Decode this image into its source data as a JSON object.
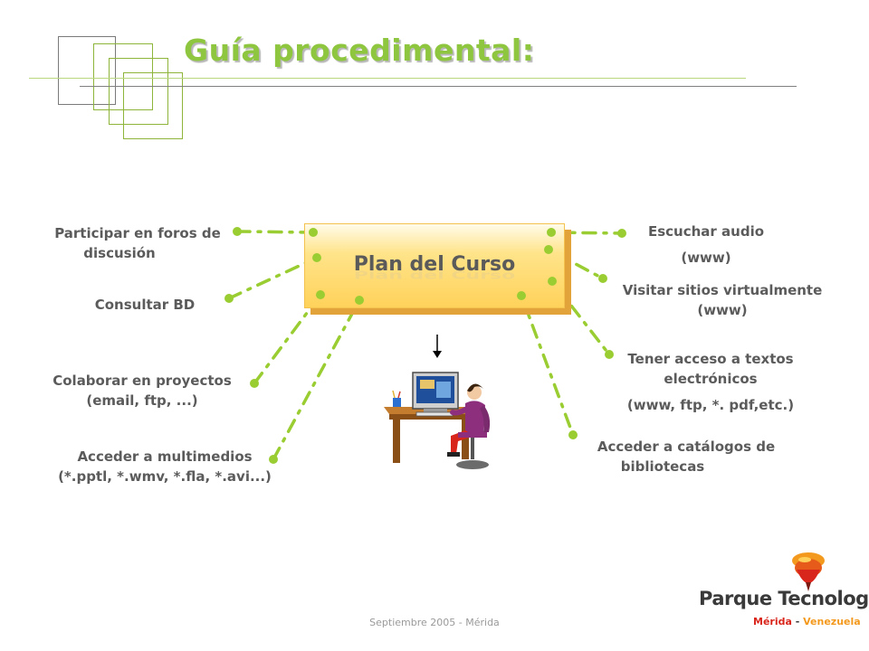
{
  "title": "Guía procedimental:",
  "center": "Plan del Curso",
  "left_items": [
    {
      "id": "foros",
      "lines": [
        "Participar en foros de",
        "discusión"
      ]
    },
    {
      "id": "bd",
      "lines": [
        "Consultar BD"
      ]
    },
    {
      "id": "proyectos",
      "lines": [
        "Colaborar en proyectos",
        "(email, ftp, ...)"
      ]
    },
    {
      "id": "multimedios",
      "lines": [
        "Acceder a multimedios",
        "(*.pptl, *.wmv, *.fla, *.avi...)"
      ]
    }
  ],
  "right_items": [
    {
      "id": "audio",
      "lines": [
        "Escuchar audio",
        "(www)"
      ]
    },
    {
      "id": "sitios",
      "lines": [
        "Visitar sitios virtualmente",
        "(www)"
      ]
    },
    {
      "id": "textos",
      "lines": [
        "Tener acceso a textos",
        "electrónicos",
        "(www, ftp, *. pdf,etc.)"
      ]
    },
    {
      "id": "catalogos",
      "lines": [
        "Acceder a catálogos de",
        "bibliotecas"
      ]
    }
  ],
  "footer": "Septiembre 2005 - Mérida",
  "logo": {
    "name": "Parque Tecnologico",
    "city": "Mérida",
    "separator": " - ",
    "country": "Venezuela"
  },
  "icons": {
    "clipart": "computer-user-clipart",
    "arrow": "down-arrow-icon",
    "logo_mark": "spinning-top-logo-icon"
  },
  "colors": {
    "accent_green": "#8ec63f",
    "connector_green": "#9acd32",
    "box_yellow": "#ffd25a",
    "box_shadow": "#e2a33b",
    "text_gray": "#5b5b5b",
    "logo_red": "#d9261c",
    "logo_orange": "#f39a1e"
  }
}
